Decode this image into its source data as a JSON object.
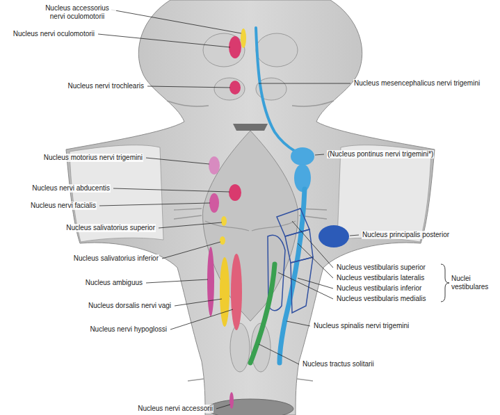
{
  "diagram": {
    "labels": [
      "Nucleus accessorius nervi oculomotorii",
      "Nucleus nervi oculomotorii",
      "Nucleus nervi trochlearis",
      "Nucleus mesencephalicus nervi trigemini",
      "Nucleus motorius nervi trigemini",
      "(Nucleus pontinus nervi trigemini*)",
      "Nucleus nervi abducentis",
      "Nucleus nervi facialis",
      "Nucleus salivatorius superior",
      "Nucleus principalis posterior",
      "Nucleus salivatorius inferior",
      "Nucleus vestibularis superior",
      "Nucleus vestibularis lateralis",
      "Nucleus ambiguus",
      "Nucleus vestibularis inferior",
      "Nuclei vestibulares",
      "Nucleus vestibularis medialis",
      "Nucleus dorsalis nervi vagi",
      "Nucleus nervi hypoglossi",
      "Nucleus spinalis nervi trigemini",
      "Nucleus tractus solitarii",
      "Nucleus nervi accessorii"
    ]
  }
}
